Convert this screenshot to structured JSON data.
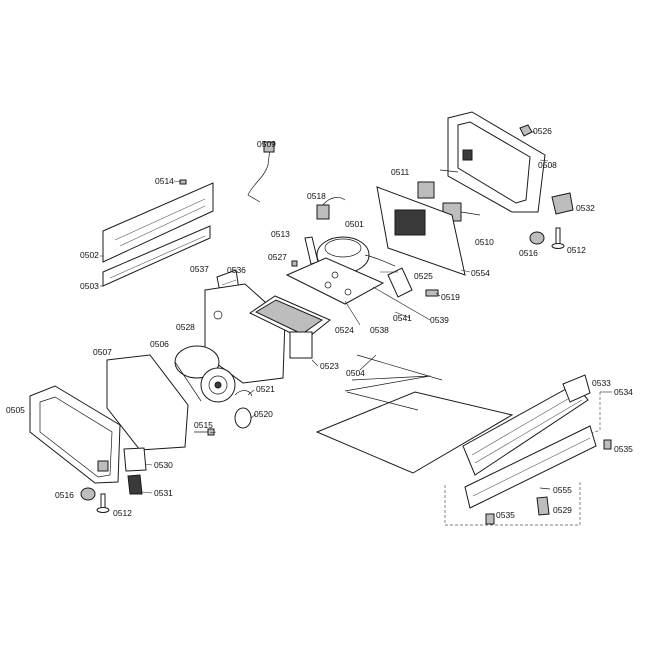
{
  "labels": [
    {
      "id": "p0526",
      "text": "0526"
    },
    {
      "id": "p0509",
      "text": "0509"
    },
    {
      "id": "p0508",
      "text": "0508"
    },
    {
      "id": "p0514",
      "text": "0514"
    },
    {
      "id": "p0518",
      "text": "0518"
    },
    {
      "id": "p0511",
      "text": "0511"
    },
    {
      "id": "p0532",
      "text": "0532"
    },
    {
      "id": "p0501",
      "text": "0501"
    },
    {
      "id": "p0510",
      "text": "0510"
    },
    {
      "id": "p0513",
      "text": "0513"
    },
    {
      "id": "p0516a",
      "text": "0516"
    },
    {
      "id": "p0512a",
      "text": "0512"
    },
    {
      "id": "p0502",
      "text": "0502"
    },
    {
      "id": "p0527",
      "text": "0527"
    },
    {
      "id": "p0525",
      "text": "0525"
    },
    {
      "id": "p0554",
      "text": "0554"
    },
    {
      "id": "p0503",
      "text": "0503"
    },
    {
      "id": "p0537",
      "text": "0537"
    },
    {
      "id": "p0536",
      "text": "0536"
    },
    {
      "id": "p0519",
      "text": "0519"
    },
    {
      "id": "p0528",
      "text": "0528"
    },
    {
      "id": "p0524",
      "text": "0524"
    },
    {
      "id": "p0538",
      "text": "0538"
    },
    {
      "id": "p0541",
      "text": "0541"
    },
    {
      "id": "p0539",
      "text": "0539"
    },
    {
      "id": "p0507",
      "text": "0507"
    },
    {
      "id": "p0506",
      "text": "0506"
    },
    {
      "id": "p0523",
      "text": "0523"
    },
    {
      "id": "p0504",
      "text": "0504"
    },
    {
      "id": "p0521",
      "text": "0521"
    },
    {
      "id": "p0533",
      "text": "0533"
    },
    {
      "id": "p0534",
      "text": "0534"
    },
    {
      "id": "p0505",
      "text": "0505"
    },
    {
      "id": "p0520",
      "text": "0520"
    },
    {
      "id": "p0515",
      "text": "0515"
    },
    {
      "id": "p0535a",
      "text": "0535"
    },
    {
      "id": "p0530",
      "text": "0530"
    },
    {
      "id": "p0516b",
      "text": "0516"
    },
    {
      "id": "p0531",
      "text": "0531"
    },
    {
      "id": "p0555",
      "text": "0555"
    },
    {
      "id": "p0512b",
      "text": "0512"
    },
    {
      "id": "p0535b",
      "text": "0535"
    },
    {
      "id": "p0529",
      "text": "0529"
    }
  ]
}
